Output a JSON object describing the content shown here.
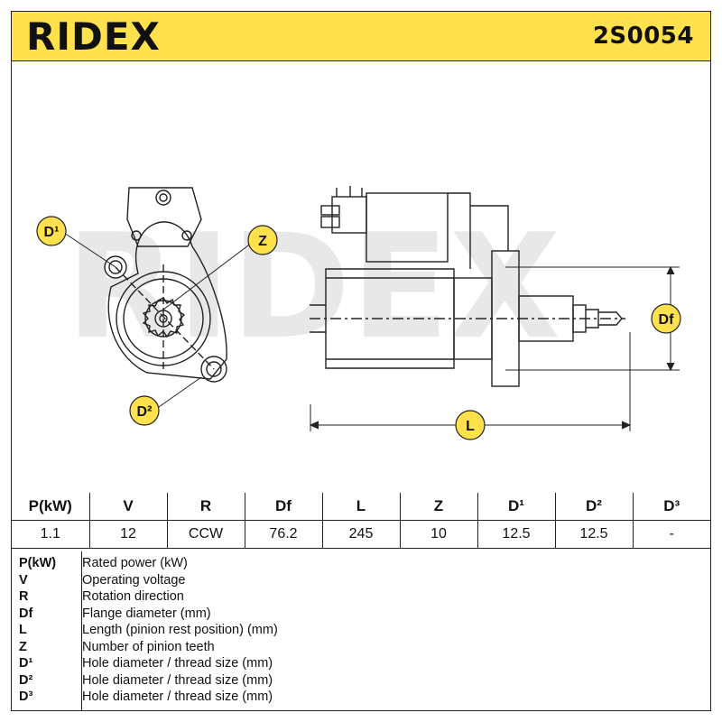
{
  "header": {
    "brand": "RIDEX",
    "part_code": "2S0054"
  },
  "drawing": {
    "watermark": "RIDEX",
    "labels": {
      "d1": "D¹",
      "z": "Z",
      "d2": "D²",
      "df": "Df",
      "l": "L"
    }
  },
  "table": {
    "headers": [
      "P(kW)",
      "V",
      "R",
      "Df",
      "L",
      "Z",
      "D¹",
      "D²",
      "D³"
    ],
    "values": [
      "1.1",
      "12",
      "CCW",
      "76.2",
      "245",
      "10",
      "12.5",
      "12.5",
      "-"
    ]
  },
  "legend": [
    {
      "key": "P(kW)",
      "desc": "Rated power (kW)"
    },
    {
      "key": "V",
      "desc": "Operating voltage"
    },
    {
      "key": "R",
      "desc": "Rotation direction"
    },
    {
      "key": "Df",
      "desc": "Flange diameter (mm)"
    },
    {
      "key": "L",
      "desc": "Length (pinion rest position) (mm)"
    },
    {
      "key": "Z",
      "desc": "Number of pinion teeth"
    },
    {
      "key": "D¹",
      "desc": "Hole diameter / thread size (mm)"
    },
    {
      "key": "D²",
      "desc": "Hole diameter / thread size (mm)"
    },
    {
      "key": "D³",
      "desc": "Hole diameter / thread size (mm)"
    }
  ],
  "colors": {
    "header_bg": "#ffe14d",
    "label_bg": "#ffe14d",
    "line": "#222222",
    "watermark": "#e6e6e6"
  }
}
